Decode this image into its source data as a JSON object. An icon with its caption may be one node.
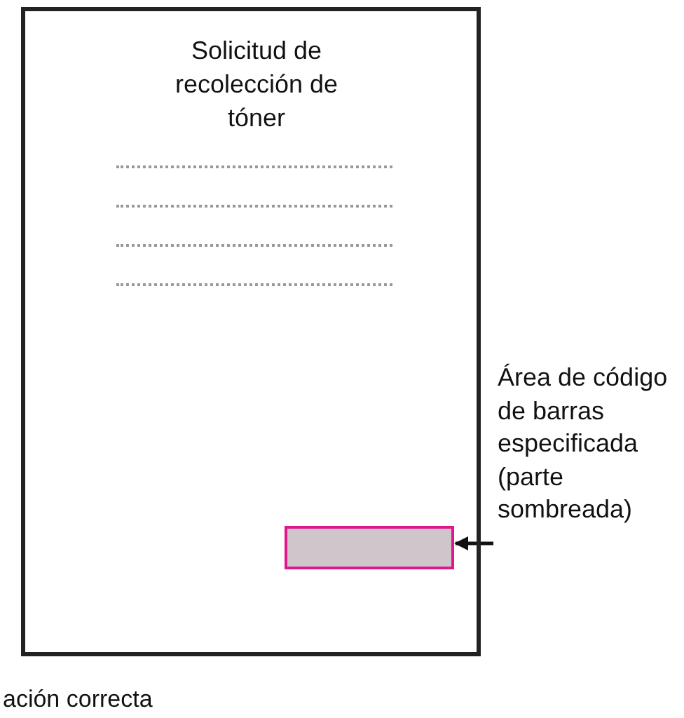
{
  "diagram": {
    "nodes": [
      {
        "text": [
          "Solicitud de recolección de tóner"
        ]
      },
      {
        "text": [],
        "shape": "box",
        "in": 0
      },
      {
        "text": [
          "Área de código de barras especificada (parte sombreada)"
        ]
      }
    ],
    "edges": [
      {
        "from": 2,
        "to": 1,
        "arrow": "to"
      }
    ],
    "labels": [
      "ación correcta"
    ]
  }
}
